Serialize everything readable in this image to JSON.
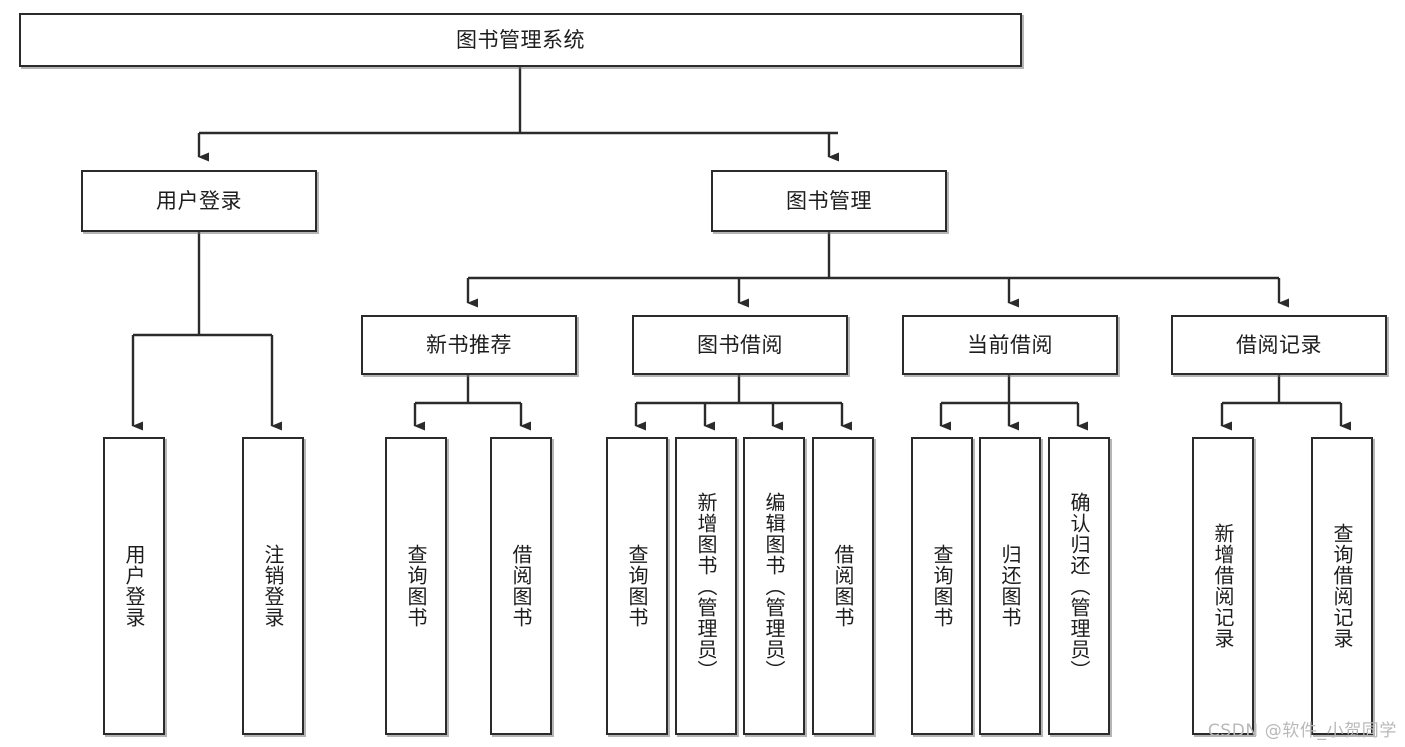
{
  "diagram": {
    "title": "图书管理系统",
    "type": "tree-hierarchy-function-structure",
    "root": {
      "id": "root",
      "label": "图书管理系统"
    },
    "level2": [
      {
        "id": "user-login",
        "label": "用户登录"
      },
      {
        "id": "book-manage",
        "label": "图书管理"
      }
    ],
    "level3": [
      {
        "id": "new-book-rec",
        "label": "新书推荐"
      },
      {
        "id": "book-borrow",
        "label": "图书借阅"
      },
      {
        "id": "current-borrow",
        "label": "当前借阅"
      },
      {
        "id": "borrow-record",
        "label": "借阅记录"
      }
    ],
    "leaves": {
      "user_login": [
        {
          "id": "leaf-user-login",
          "label": "用户登录"
        },
        {
          "id": "leaf-logout",
          "label": "注销登录"
        }
      ],
      "new_book_rec": [
        {
          "id": "leaf-query-book-1",
          "label": "查询图书"
        },
        {
          "id": "leaf-borrow-book-1",
          "label": "借阅图书"
        }
      ],
      "book_borrow": [
        {
          "id": "leaf-query-book-2",
          "label": "查询图书"
        },
        {
          "id": "leaf-add-book",
          "label": "新增图书（管理员）"
        },
        {
          "id": "leaf-edit-book",
          "label": "编辑图书（管理员）"
        },
        {
          "id": "leaf-borrow-book-2",
          "label": "借阅图书"
        }
      ],
      "current_borrow": [
        {
          "id": "leaf-query-book-3",
          "label": "查询图书"
        },
        {
          "id": "leaf-return-book",
          "label": "归还图书"
        },
        {
          "id": "leaf-confirm-return",
          "label": "确认归还（管理员）"
        }
      ],
      "borrow_record": [
        {
          "id": "leaf-add-record",
          "label": "新增借阅记录"
        },
        {
          "id": "leaf-query-record",
          "label": "查询借阅记录"
        }
      ]
    }
  },
  "watermark": {
    "text": "CSDN @软件_小贺同学"
  },
  "colors": {
    "stroke": "#2b2b2b",
    "fill": "#ffffff",
    "text": "#1d1d1d",
    "watermark": "#b9b9b9"
  }
}
